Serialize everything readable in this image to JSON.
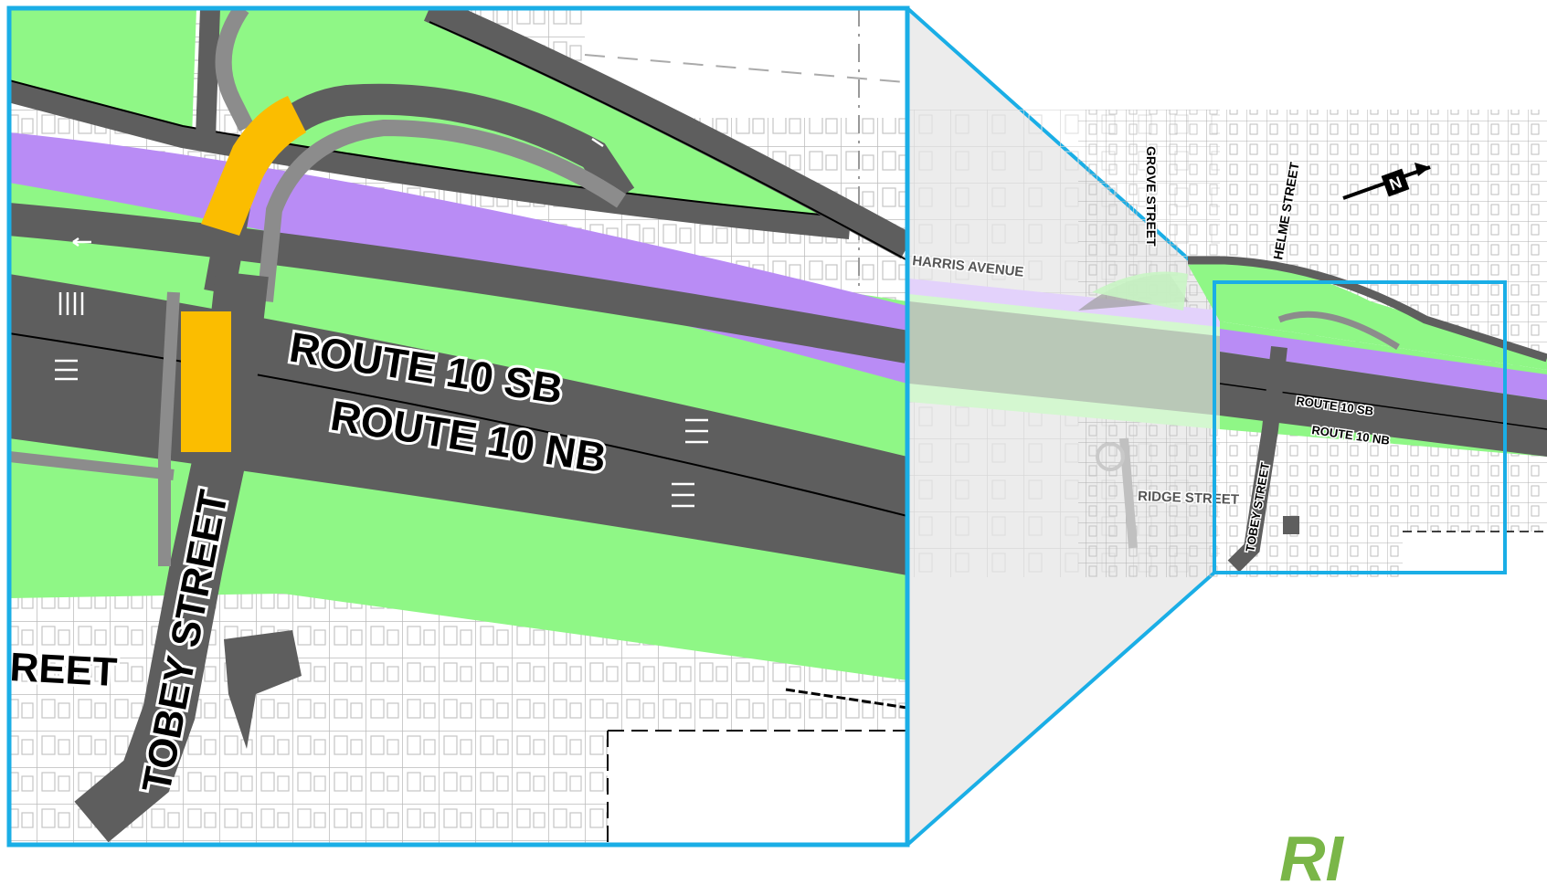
{
  "colors": {
    "green": "#8ff786",
    "purple": "#b98cf5",
    "road": "#5e5e5e",
    "ramp": "#8c8c8c",
    "highlight": "#fbbd00",
    "frame": "#1aaee6",
    "grid": "#b8b8b8"
  },
  "detail_labels": {
    "sb": "ROUTE 10 SB",
    "nb": "ROUTE 10 NB",
    "tobey": "TOBEY STREET",
    "street_partial": "REET"
  },
  "overview_labels": {
    "grove": "GROVE STREET",
    "helme": "HELME STREET",
    "harris": "HARRIS AVENUE",
    "ridge": "RIDGE STREET",
    "tobey": "TOBEY STREET",
    "sb": "ROUTE 10 SB",
    "nb": "ROUTE 10 NB"
  },
  "north_arrow": {
    "letter": "N",
    "icon": "north-arrow-icon"
  },
  "logo": {
    "text": "RI",
    "color": "#7ab648"
  }
}
